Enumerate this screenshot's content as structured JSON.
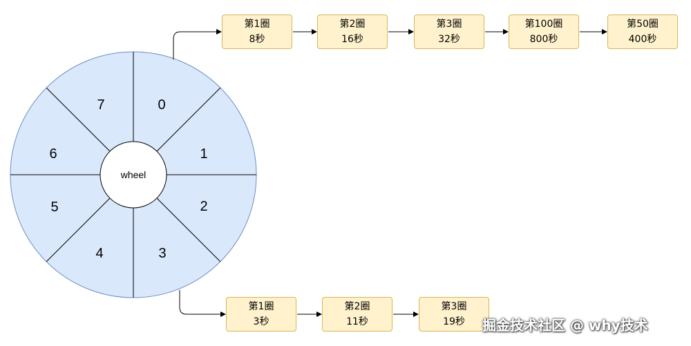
{
  "wheel": {
    "hub_label": "wheel",
    "slots": [
      "0",
      "1",
      "2",
      "3",
      "4",
      "5",
      "6",
      "7"
    ],
    "fill_color": "#dae8fc",
    "stroke_color": "#6c8ebf"
  },
  "lists": {
    "slot0": [
      {
        "round": "第1圈",
        "time": "8秒"
      },
      {
        "round": "第2圈",
        "time": "16秒"
      },
      {
        "round": "第3圈",
        "time": "32秒"
      },
      {
        "round": "第100圈",
        "time": "800秒"
      },
      {
        "round": "第50圈",
        "time": "400秒"
      }
    ],
    "slot3": [
      {
        "round": "第1圈",
        "time": "3秒"
      },
      {
        "round": "第2圈",
        "time": "11秒"
      },
      {
        "round": "第3圈",
        "time": "19秒"
      }
    ]
  },
  "node_colors": {
    "fill": "#fff2cc",
    "stroke": "#d6b656"
  },
  "watermark": "掘金技术社区 @ why技术"
}
